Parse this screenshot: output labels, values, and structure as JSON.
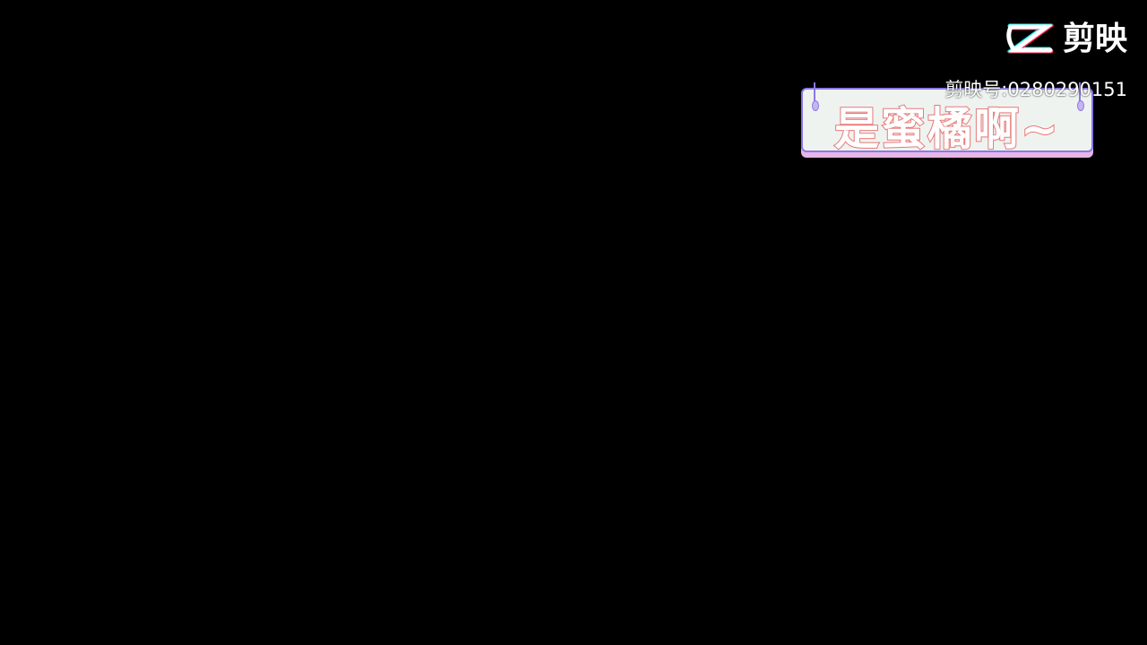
{
  "watermark": {
    "brand_name": "剪映",
    "account_id": "剪映号:0280290151"
  },
  "title_sticker": {
    "text": "是蜜橘啊~"
  },
  "colors": {
    "background": "#000000",
    "sticker_outline": "#8a78e6",
    "text_stroke": "#e87878"
  }
}
